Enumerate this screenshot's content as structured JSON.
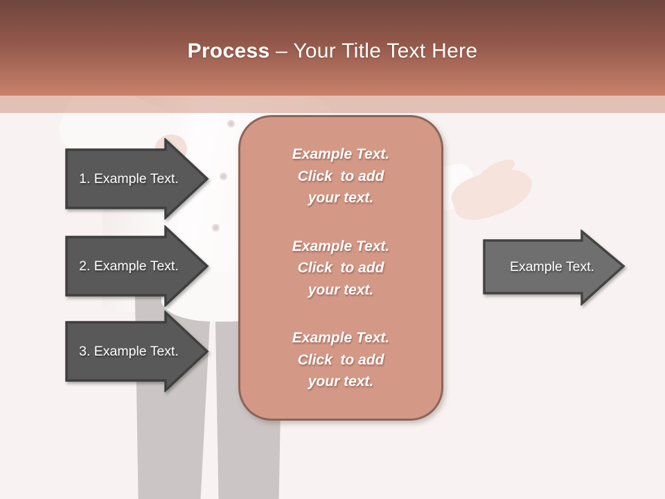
{
  "header": {
    "title_bold": "Process",
    "title_rest": " – Your Title Text Here"
  },
  "left_arrows": [
    {
      "label": "1. Example Text."
    },
    {
      "label": "2. Example Text."
    },
    {
      "label": "3. Example Text."
    }
  ],
  "center_box": {
    "paragraphs": [
      {
        "lines": [
          "Example Text.",
          "Click  to add",
          "your text."
        ]
      },
      {
        "lines": [
          "Example Text.",
          "Click  to add",
          "your text."
        ]
      },
      {
        "lines": [
          "Example Text.",
          "Click  to add",
          "your text."
        ]
      }
    ]
  },
  "right_arrow": {
    "label": "Example Text."
  },
  "colors": {
    "header_gradient_top": "#6f463c",
    "header_gradient_bottom": "#c9816b",
    "header_band": "#e3b7a9",
    "content_background": "#f8f3f2",
    "box_fill": "#d49887",
    "box_border": "#8a655a",
    "left_arrow_fill": "#595959",
    "left_arrow_border": "#3f3f3f",
    "right_arrow_fill": "#6f6f6f",
    "right_arrow_border": "#434343",
    "text": "#ffffff"
  }
}
